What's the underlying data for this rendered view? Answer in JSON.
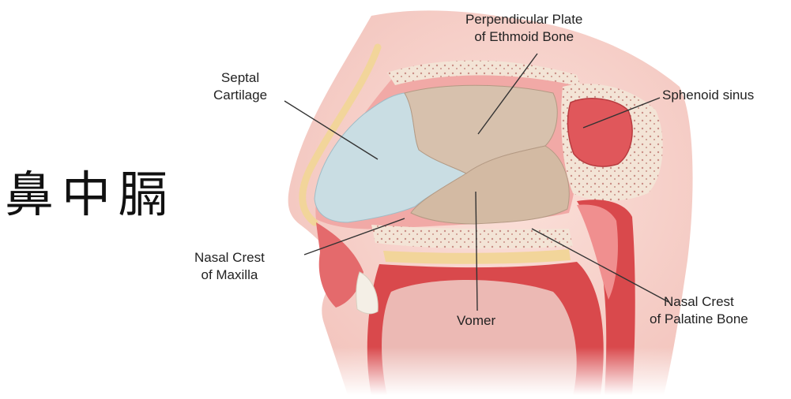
{
  "title": "鼻中膈",
  "labels": {
    "perpendicular_plate": [
      "Perpendicular Plate",
      "of Ethmoid Bone"
    ],
    "septal_cartilage": [
      "Septal",
      "Cartilage"
    ],
    "sphenoid_sinus": [
      "Sphenoid sinus"
    ],
    "nasal_crest_maxilla": [
      "Nasal Crest",
      "of Maxilla"
    ],
    "vomer": [
      "Vomer"
    ],
    "nasal_crest_palatine": [
      "Nasal Crest",
      "of Palatine Bone"
    ]
  },
  "colors": {
    "skin": "#f2c2bb",
    "cartilage": "#c9dde3",
    "bone": "#d7c1ad",
    "mucosa": "#d9494c",
    "fat": "#f2d59a",
    "leader_line": "#333333"
  }
}
